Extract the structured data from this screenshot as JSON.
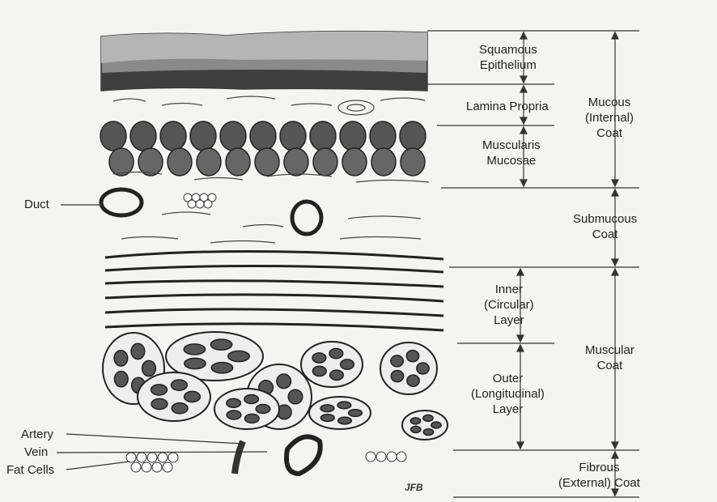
{
  "labels": {
    "squamous": [
      "Squamous",
      "Epithelium"
    ],
    "lamina": [
      "Lamina Propria"
    ],
    "muscularis": [
      "Muscularis",
      "Mucosae"
    ],
    "mucous_coat": [
      "Mucous",
      "(Internal)",
      "Coat"
    ],
    "submucous_coat": [
      "Submucous",
      "Coat"
    ],
    "inner_layer": [
      "Inner",
      "(Circular)",
      "Layer"
    ],
    "outer_layer": [
      "Outer",
      "(Longitudinal)",
      "Layer"
    ],
    "muscular_coat": [
      "Muscular",
      "Coat"
    ],
    "fibrous_coat": [
      "Fibrous",
      "(External) Coat"
    ],
    "duct": "Duct",
    "artery": "Artery",
    "vein": "Vein",
    "fat_cells": "Fat Cells"
  },
  "signature": "JFB",
  "colors": {
    "ink": "#2a2a2a",
    "tissue": "#555555",
    "paper": "#f4f4f2"
  }
}
